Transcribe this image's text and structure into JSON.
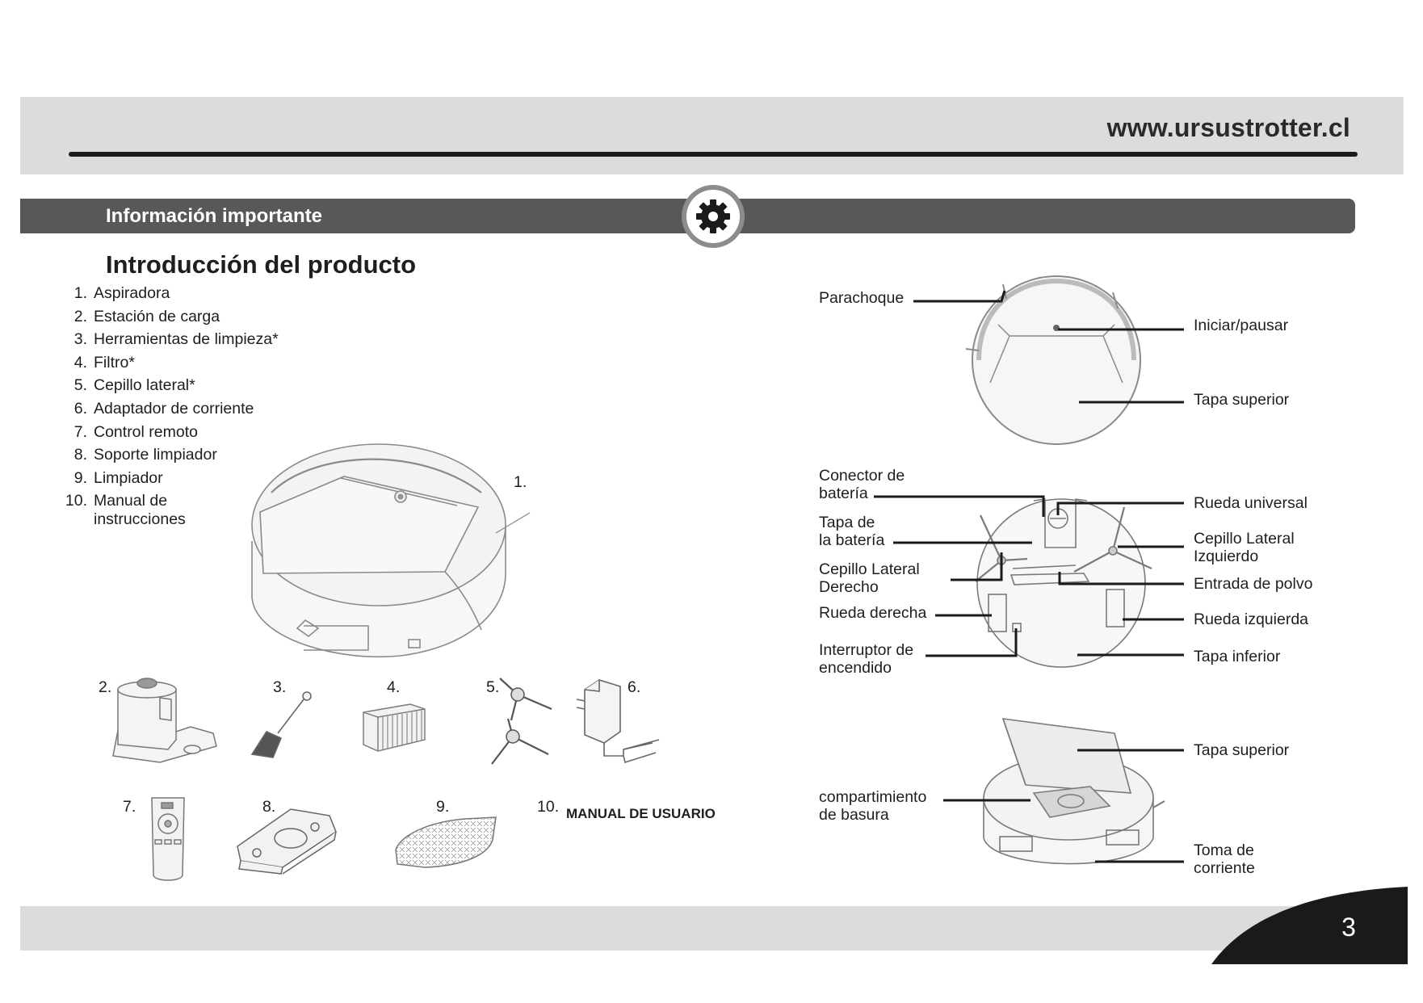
{
  "header": {
    "url": "www.ursustrotter.cl"
  },
  "section": {
    "title": "Información importante",
    "icon": "gear-icon"
  },
  "intro": {
    "heading": "Introducción del producto",
    "items": [
      {
        "num": "1.",
        "label": "Aspiradora"
      },
      {
        "num": "2.",
        "label": "Estación de carga"
      },
      {
        "num": "3.",
        "label": "Herramientas de limpieza*"
      },
      {
        "num": "4.",
        "label": "Filtro*"
      },
      {
        "num": "5.",
        "label": "Cepillo lateral*"
      },
      {
        "num": "6.",
        "label": "Adaptador de corriente"
      },
      {
        "num": "7.",
        "label": "Control remoto"
      },
      {
        "num": "8.",
        "label": "Soporte limpiador"
      },
      {
        "num": "9.",
        "label": "Limpiador"
      },
      {
        "num": "10.",
        "label": "Manual de",
        "label2": "instrucciones"
      }
    ]
  },
  "figures": {
    "n1": "1.",
    "n2": "2.",
    "n3": "3.",
    "n4": "4.",
    "n5": "5.",
    "n6": "6.",
    "n7": "7.",
    "n8": "8.",
    "n9": "9.",
    "n10": "10.",
    "manual_text": "MANUAL DE USUARIO"
  },
  "top_view": {
    "parachoque": "Parachoque",
    "iniciar": "Iniciar/pausar",
    "tapa_superior": "Tapa superior"
  },
  "bottom_view": {
    "conector_1": "Conector de",
    "conector_2": "batería",
    "tapa_bateria_1": "Tapa de",
    "tapa_bateria_2": "la batería",
    "cepillo_der_1": "Cepillo Lateral",
    "cepillo_der_2": "Derecho",
    "rueda_derecha": "Rueda derecha",
    "interruptor_1": "Interruptor de",
    "interruptor_2": "encendido",
    "rueda_universal": "Rueda universal",
    "cepillo_izq_1": "Cepillo Lateral",
    "cepillo_izq_2": "Izquierdo",
    "entrada_polvo": "Entrada de polvo",
    "rueda_izquierda": "Rueda izquierda",
    "tapa_inferior": "Tapa inferior"
  },
  "open_view": {
    "tapa_superior": "Tapa superior",
    "compartimiento_1": "compartimiento",
    "compartimiento_2": "de basura",
    "toma_1": "Toma de",
    "toma_2": "corriente"
  },
  "footer": {
    "page_number": "3"
  }
}
